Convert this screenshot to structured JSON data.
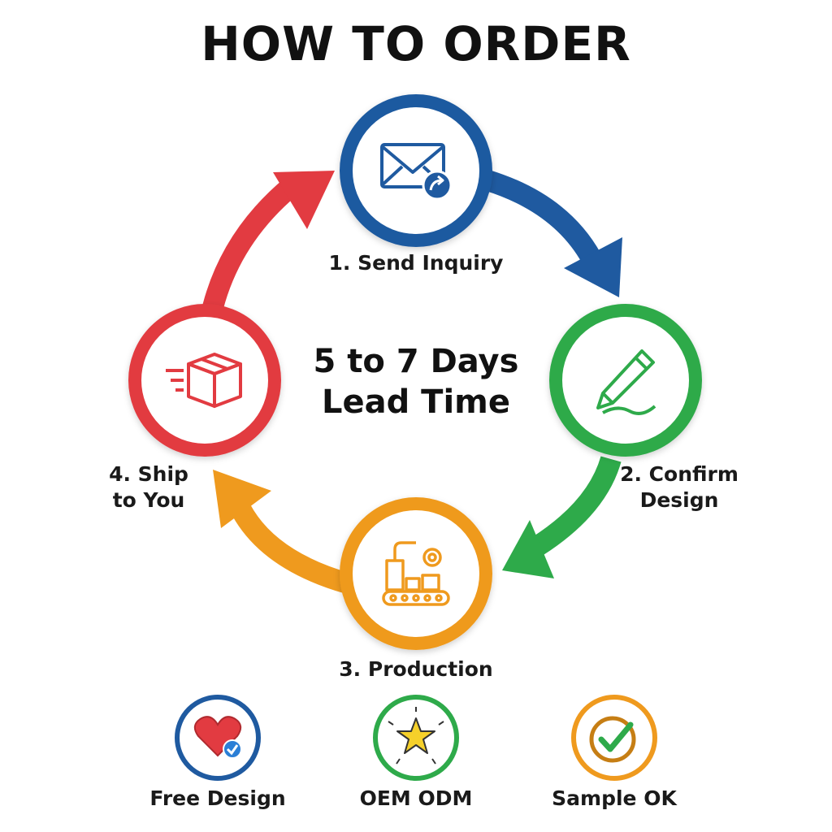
{
  "title": "HOW TO ORDER",
  "center": {
    "line1": "5 to 7 Days",
    "line2": "Lead Time"
  },
  "steps": [
    {
      "label": "1. Send Inquiry",
      "icon": "envelope-send-icon",
      "color": "#1f5aa0"
    },
    {
      "label_line1": "2. Confirm",
      "label_line2": "Design",
      "icon": "pencil-icon",
      "color": "#2eaa4a"
    },
    {
      "label": "3. Production",
      "icon": "factory-conveyor-icon",
      "color": "#ef9a1e"
    },
    {
      "label_line1": "4. Ship",
      "label_line2": "to You",
      "icon": "shipping-box-icon",
      "color": "#e23b41"
    }
  ],
  "features": [
    {
      "label": "Free Design",
      "icon": "heart-check-icon",
      "color": "#1f5aa0"
    },
    {
      "label": "OEM ODM",
      "icon": "star-icon",
      "color": "#2eaa4a"
    },
    {
      "label": "Sample OK",
      "icon": "checkmark-icon",
      "color": "#ef9a1e"
    }
  ]
}
